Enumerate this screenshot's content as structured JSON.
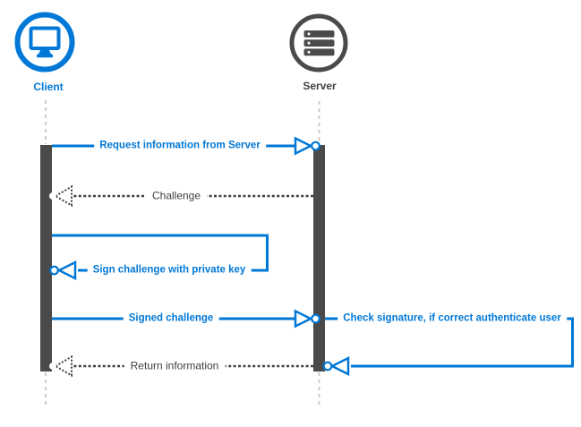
{
  "diagram": {
    "type": "sequence",
    "description": "Challenge-response authentication sequence between Client and Server"
  },
  "actors": [
    {
      "id": "client",
      "label": "Client",
      "icon": "monitor-icon",
      "color": "#0078D7"
    },
    {
      "id": "server",
      "label": "Server",
      "icon": "server-stack-icon",
      "color": "#4A4A4A"
    }
  ],
  "messages": [
    {
      "from": "client",
      "to": "server",
      "label": "Request information from Server",
      "style": "solid-blue"
    },
    {
      "from": "server",
      "to": "client",
      "label": "Challenge",
      "style": "dashed-dark"
    },
    {
      "from": "client",
      "to": "client",
      "label": "Sign challenge with private key",
      "style": "solid-blue"
    },
    {
      "from": "client",
      "to": "server",
      "label": "Signed challenge",
      "style": "solid-blue"
    },
    {
      "from": "server",
      "to": "server",
      "label": "Check signature, if correct authenticate user",
      "style": "solid-blue"
    },
    {
      "from": "server",
      "to": "client",
      "label": "Return information",
      "style": "dashed-dark"
    }
  ],
  "colors": {
    "accent_blue": "#0078D7",
    "dark_gray": "#4A4A4A",
    "text_dark": "#3F3F3F",
    "lifeline_gray": "#CBCBCB",
    "background": "#FFFFFF"
  }
}
